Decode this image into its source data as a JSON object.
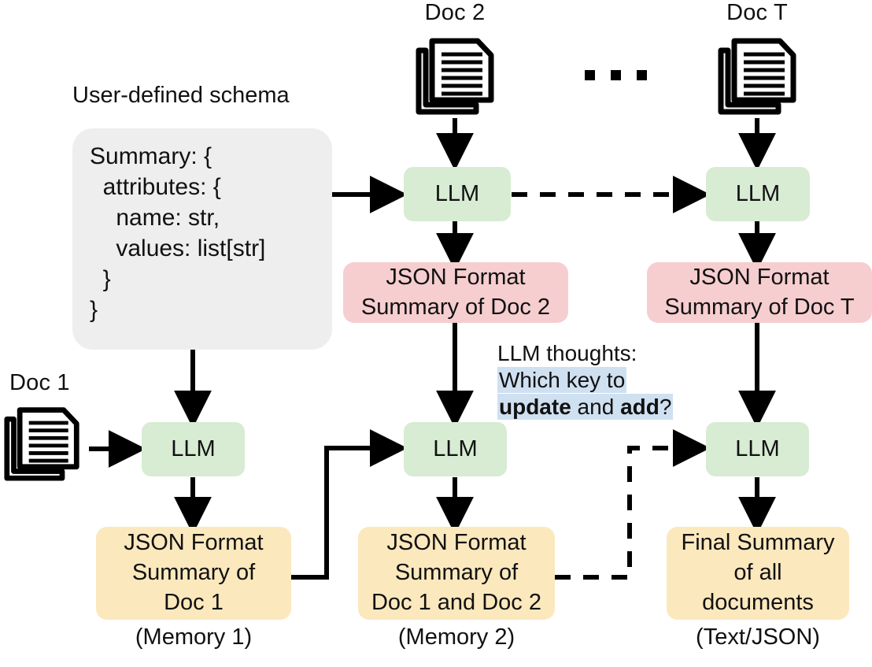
{
  "diagram": {
    "title_schema": "User-defined schema",
    "docs": [
      {
        "label": "Doc 1",
        "icon": "document-stack-icon"
      },
      {
        "label": "Doc 2",
        "icon": "document-stack-icon"
      },
      {
        "label": "Doc T",
        "icon": "document-stack-icon"
      }
    ],
    "ellipsis": "...",
    "schema": {
      "lines": [
        "Summary: {",
        "  attributes: {",
        "    name: str,",
        "    values: list[str]",
        "  }",
        "}"
      ]
    },
    "llm_nodes": [
      {
        "id": "llm-doc2",
        "label": "LLM"
      },
      {
        "id": "llm-docT",
        "label": "LLM"
      },
      {
        "id": "llm-doc1",
        "label": "LLM"
      },
      {
        "id": "llm-merge",
        "label": "LLM"
      },
      {
        "id": "llm-final",
        "label": "LLM"
      }
    ],
    "summaries": [
      {
        "id": "summary-doc2",
        "text": "JSON Format\nSummary of Doc 2",
        "color": "#f6ced0"
      },
      {
        "id": "summary-docT",
        "text": "JSON Format\nSummary of Doc T",
        "color": "#f6ced0"
      },
      {
        "id": "memory-1",
        "text": "JSON Format\nSummary of\nDoc 1",
        "color": "#fbe8bd"
      },
      {
        "id": "memory-2",
        "text": "JSON Format\nSummary of\nDoc 1 and Doc 2",
        "color": "#fbe8bd"
      },
      {
        "id": "final-summary",
        "text": "Final Summary\nof all\ndocuments",
        "color": "#fbe8bd"
      }
    ],
    "captions": [
      {
        "id": "caption-memory-1",
        "text": "(Memory 1)"
      },
      {
        "id": "caption-memory-2",
        "text": "(Memory 2)"
      },
      {
        "id": "caption-final",
        "text": "(Text/JSON)"
      }
    ],
    "thought": {
      "header": "LLM thoughts:",
      "line1": "Which key to",
      "line2_pre": "",
      "line2_bold1": "update",
      "line2_mid": " and ",
      "line2_bold2": "add",
      "line2_post": "?",
      "highlight_color": "#cfe0f1"
    },
    "colors": {
      "llm": "#d7ecd3",
      "json_summary": "#f6ced0",
      "memory": "#fbe8bd",
      "schema": "#eeeeee",
      "stroke": "#000000"
    }
  }
}
